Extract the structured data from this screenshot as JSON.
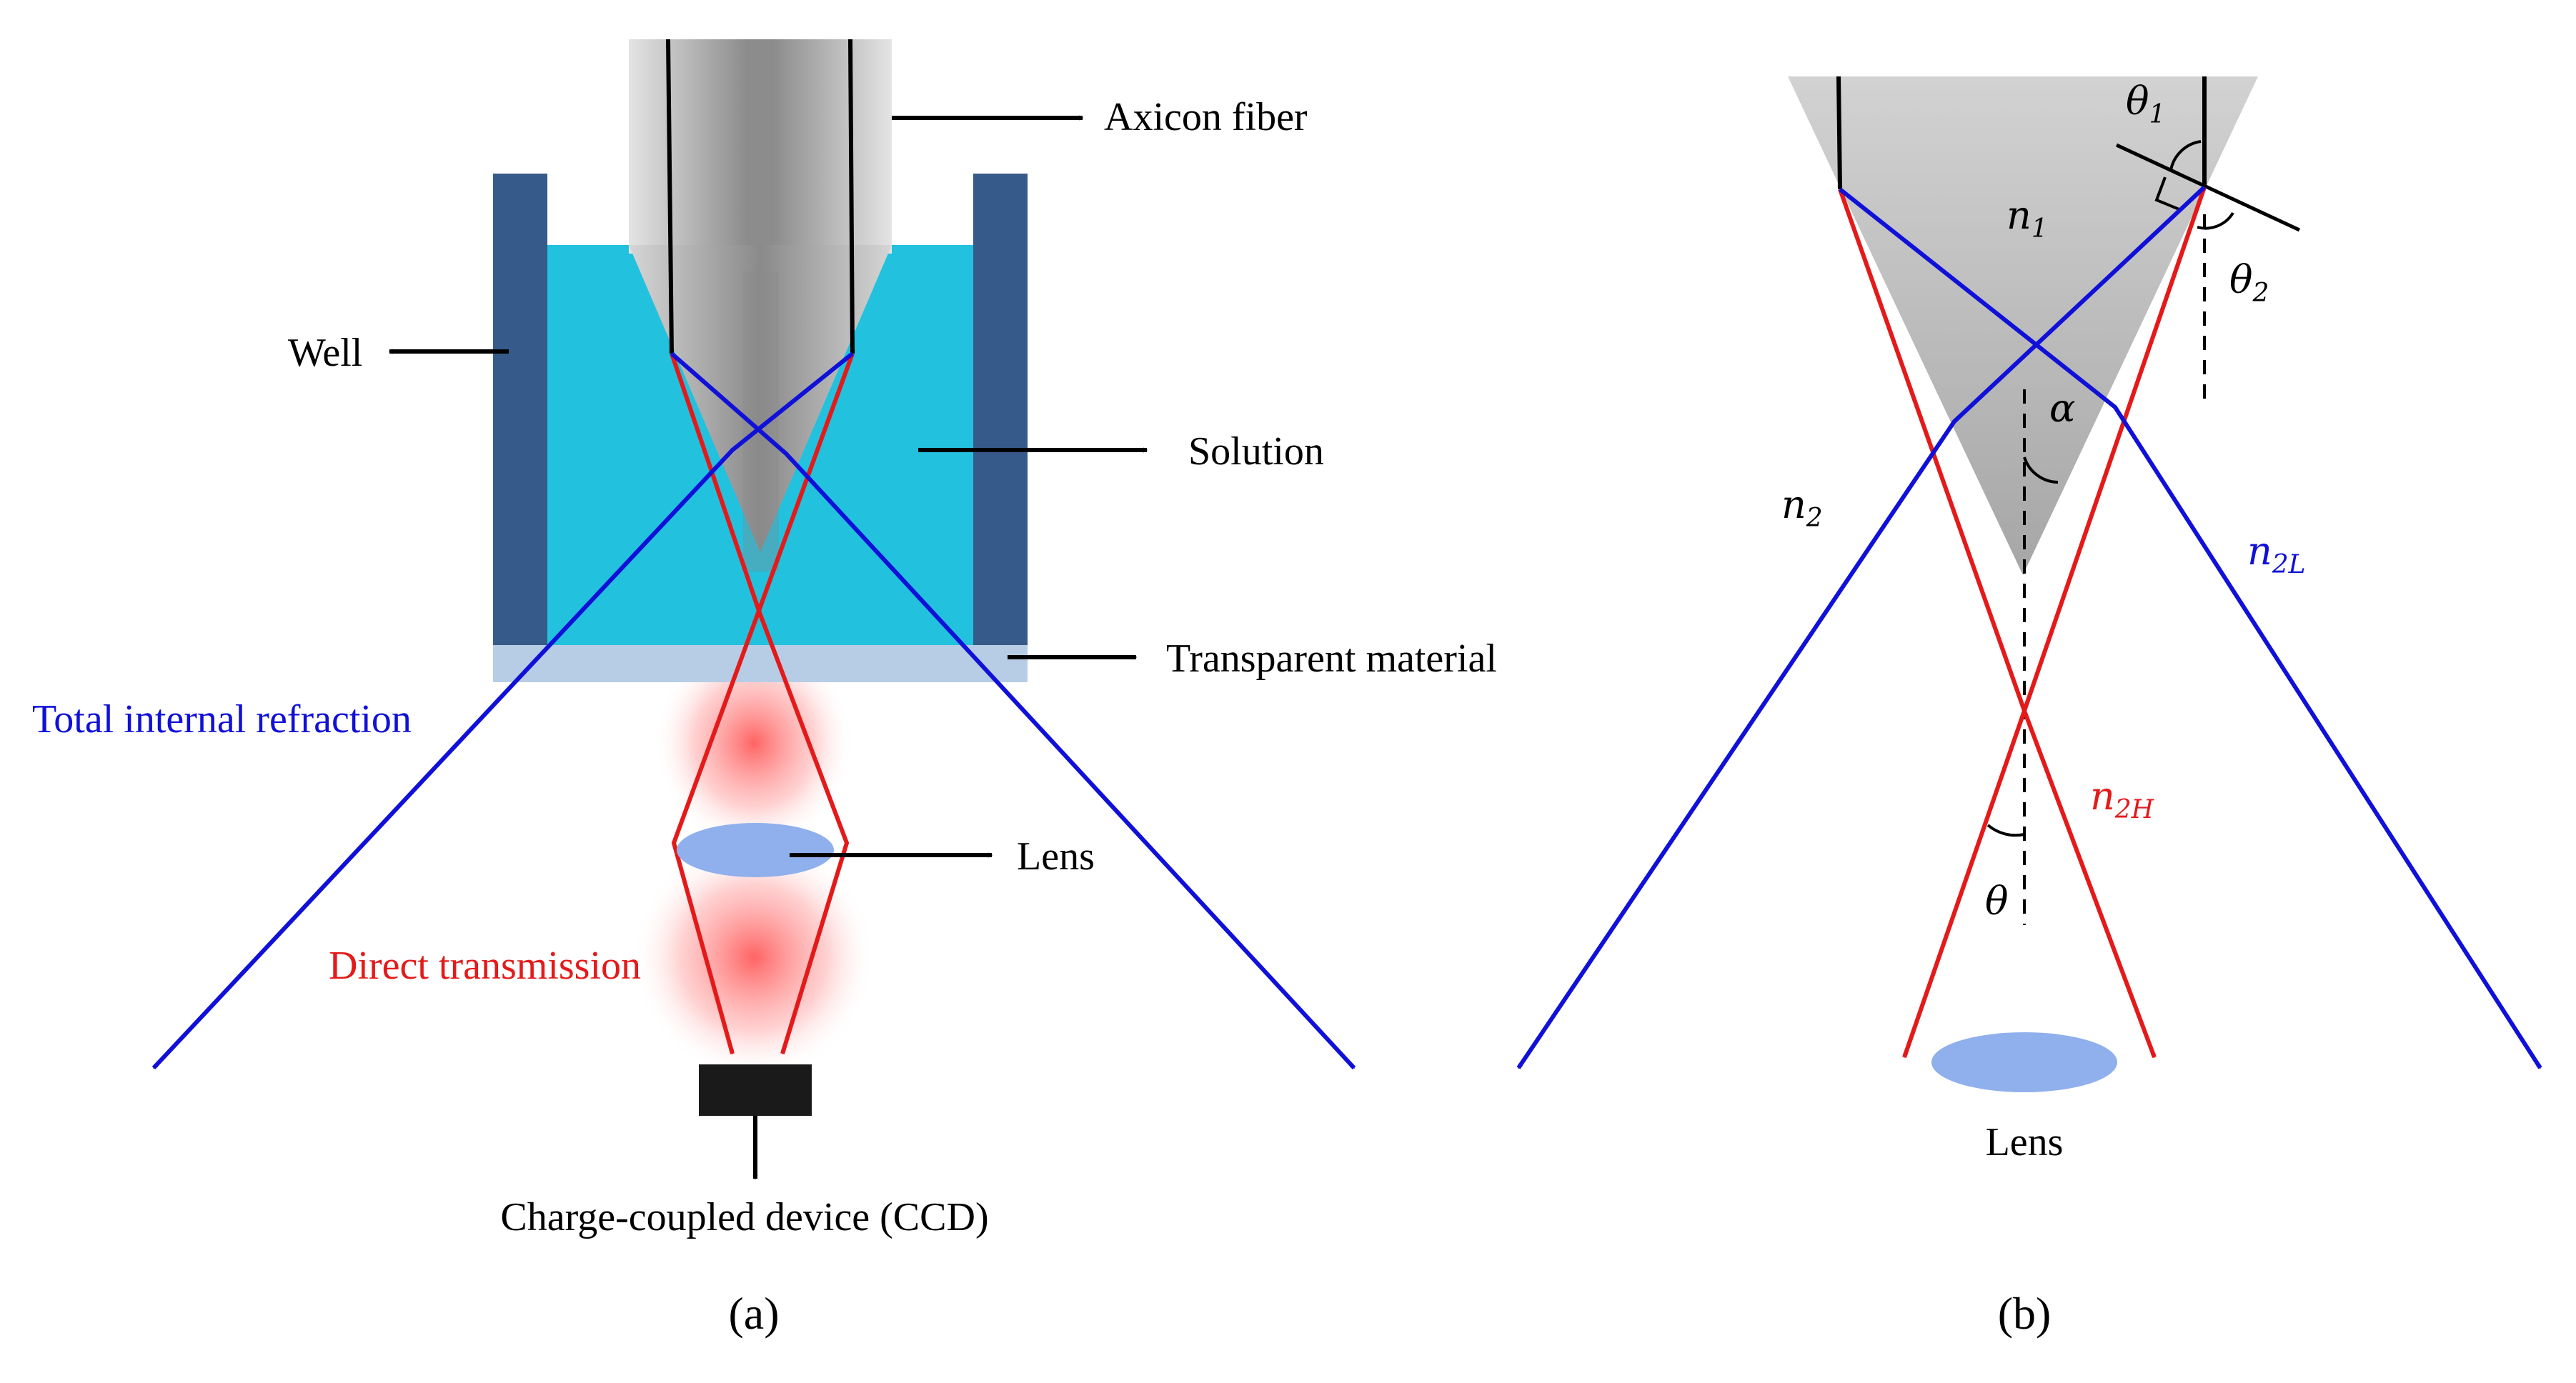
{
  "panel_a": {
    "caption": "(a)",
    "labels": {
      "axicon_fiber": "Axicon fiber",
      "well": "Well",
      "solution": "Solution",
      "transparent_material": "Transparent material",
      "total_internal_refraction": "Total internal refraction",
      "lens": "Lens",
      "direct_transmission": "Direct transmission",
      "ccd": "Charge-coupled device (CCD)"
    }
  },
  "panel_b": {
    "caption": "(b)",
    "labels": {
      "n1": {
        "base": "n",
        "sub": "1"
      },
      "n2": {
        "base": "n",
        "sub": "2"
      },
      "n2L": {
        "base": "n",
        "sub": "2L"
      },
      "n2H": {
        "base": "n",
        "sub": "2H"
      },
      "theta1": {
        "base": "θ",
        "sub": "1"
      },
      "theta2": {
        "base": "θ",
        "sub": "2"
      },
      "alpha": "α",
      "theta": "θ",
      "lens": "Lens"
    }
  },
  "colors": {
    "well_wall": "#365b8a",
    "solution": "#22c1de",
    "transparent_material": "#b7cde6",
    "fiber_gray": "#a8a8a8",
    "ray_red": "#e41a1a",
    "ray_blue": "#1010d8",
    "lens_fill": "#8fb0ec",
    "ccd": "#1a1a1a"
  }
}
